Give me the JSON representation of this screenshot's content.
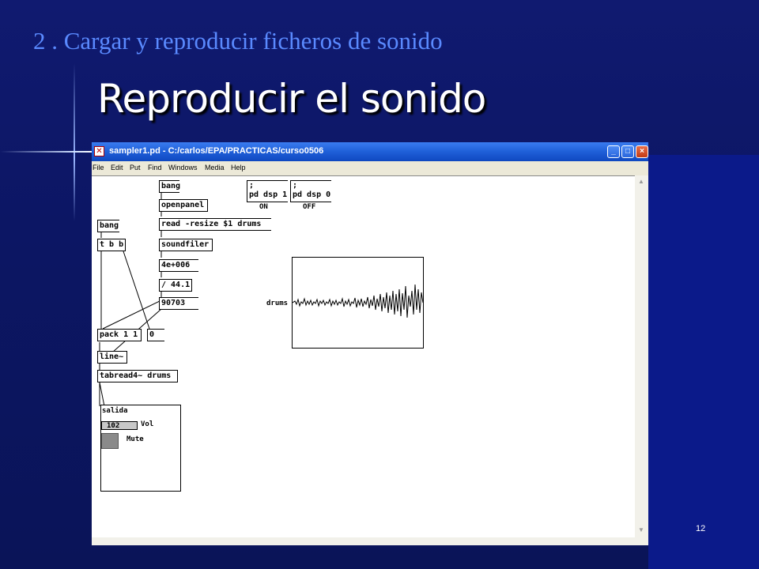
{
  "slide": {
    "subtitle": "2 . Cargar y reproducir  ficheros de sonido",
    "title": "Reproducir el sonido",
    "page_number": "12",
    "colors": {
      "background": "#0c1664",
      "subtitle": "#5a8aff",
      "title": "#ffffff"
    }
  },
  "window": {
    "app_icon": "pd-icon",
    "title": "sampler1.pd  - C:/carlos/EPA/PRACTICAS/curso0506",
    "controls": {
      "minimize": "_",
      "maximize": "□",
      "close": "×"
    },
    "menu": [
      "File",
      "Edit",
      "Put",
      "Find",
      "Windows",
      "Media",
      "Help"
    ]
  },
  "patch": {
    "objects": {
      "bang_top": "bang",
      "openpanel": "openpanel",
      "read": "read -resize $1 drums",
      "soundfiler": "soundfiler",
      "num_4e": "4e+006",
      "div": "/ 44.1",
      "num_90703": "90703",
      "bang_left": "bang",
      "tbb": "t b b",
      "pack": "pack 1 1",
      "zero": "0",
      "line": "line~",
      "tabread": "tabread4~ drums"
    },
    "dsp_on": {
      "line1": ";",
      "line2": "pd dsp 1",
      "label": "ON"
    },
    "dsp_off": {
      "line1": ";",
      "line2": "pd dsp 0",
      "label": "OFF"
    },
    "array_name": "drums",
    "subpatch": {
      "name": "salida",
      "vol_value": "102",
      "vol_label": "Vol",
      "mute_label": "Mute"
    }
  }
}
